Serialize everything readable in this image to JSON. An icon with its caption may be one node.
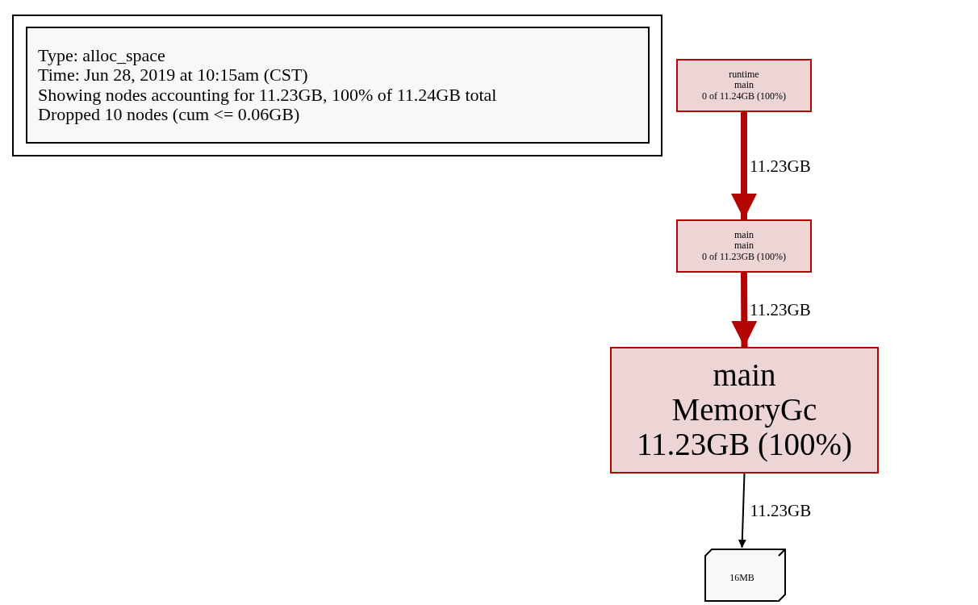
{
  "diagram": {
    "nodes": [
      {
        "text": [
          "Type: alloc_space",
          "Time: Jun 28, 2019 at 10:15am (CST)",
          "Showing nodes accounting for 11.23GB, 100% of 11.24GB total",
          "Dropped 10 nodes (cum <= 0.06GB)"
        ]
      },
      {
        "text": [
          "runtime",
          "main",
          "0 of 11.24GB (100%)"
        ]
      },
      {
        "text": [
          "main",
          "main",
          "0 of 11.23GB (100%)"
        ]
      },
      {
        "text": [
          "main",
          "MemoryGc",
          "11.23GB (100%)"
        ]
      },
      {
        "text": [
          "16MB"
        ]
      }
    ],
    "edges": [
      {
        "from": 1,
        "to": 2,
        "arrow": "to",
        "label": "11.23GB"
      },
      {
        "from": 2,
        "to": 3,
        "arrow": "to",
        "label": "11.23GB"
      },
      {
        "from": 3,
        "to": 4,
        "arrow": "to",
        "label": "11.23GB",
        "color": "#000000"
      }
    ]
  }
}
